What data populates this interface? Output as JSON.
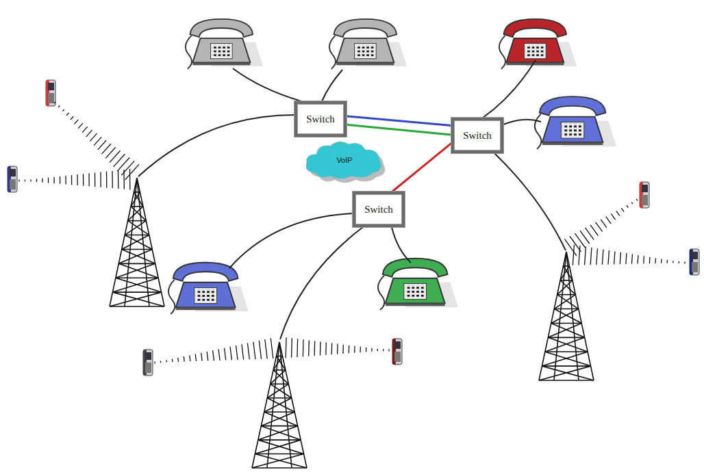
{
  "diagram": {
    "nodes": [
      {
        "text": [
          "Switch"
        ]
      },
      {
        "text": [
          "Switch"
        ]
      },
      {
        "text": [
          "VoIP"
        ]
      },
      {
        "text": [
          "Switch"
        ]
      }
    ],
    "edges": [
      {
        "from": 0,
        "to": 1,
        "arrow": "none"
      },
      {
        "from": 0,
        "to": 1,
        "arrow": "none"
      },
      {
        "from": 1,
        "to": 3,
        "arrow": "none"
      }
    ]
  }
}
